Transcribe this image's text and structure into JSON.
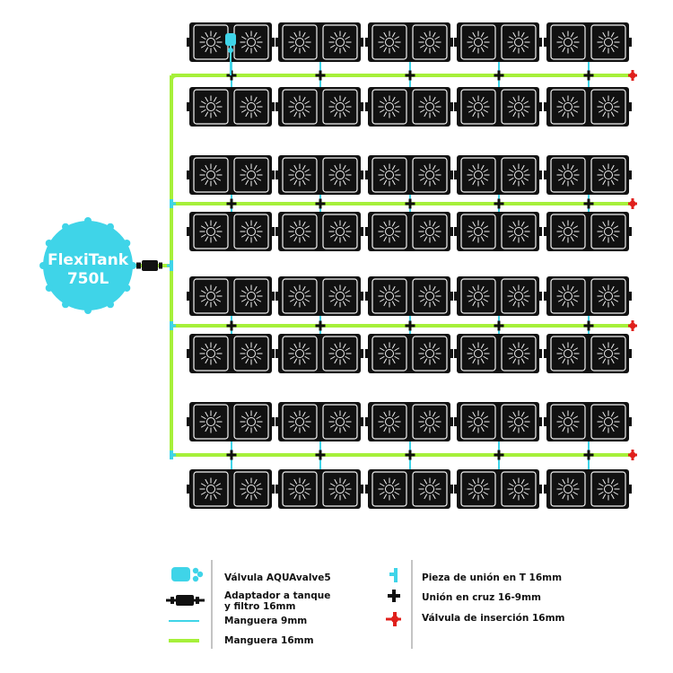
{
  "tank": {
    "line1": "FlexiTank",
    "line2": "750L",
    "color": "#3fd4e8"
  },
  "colors": {
    "hose16": "#a6f03a",
    "hose9": "#3fd4e8",
    "valve_red": "#e0201c",
    "tray": "#111111",
    "pot_line": "#f2f2f2"
  },
  "layout": {
    "tray_columns": 5,
    "tray_rows": 8,
    "pots_per_tray": 2,
    "main_lines": 4
  },
  "legend": {
    "left": [
      {
        "icon": "aquavalve5-icon",
        "label": [
          "Válvula AQUAvalve5"
        ]
      },
      {
        "icon": "tank-adaptor-filter-icon",
        "label": [
          "Adaptador a tanque",
          "y filtro 16mm"
        ]
      },
      {
        "icon": "hose-9mm-icon",
        "label": [
          "Manguera 9mm"
        ]
      },
      {
        "icon": "hose-16mm-icon",
        "label": [
          "Manguera 16mm"
        ]
      }
    ],
    "right": [
      {
        "icon": "t-connector-icon",
        "label": [
          "Pieza de unión en T 16mm"
        ]
      },
      {
        "icon": "cross-connector-icon",
        "label": [
          "Unión en cruz 16-9mm"
        ]
      },
      {
        "icon": "insertion-valve-icon",
        "label": [
          "Válvula de inserción 16mm"
        ]
      }
    ]
  }
}
